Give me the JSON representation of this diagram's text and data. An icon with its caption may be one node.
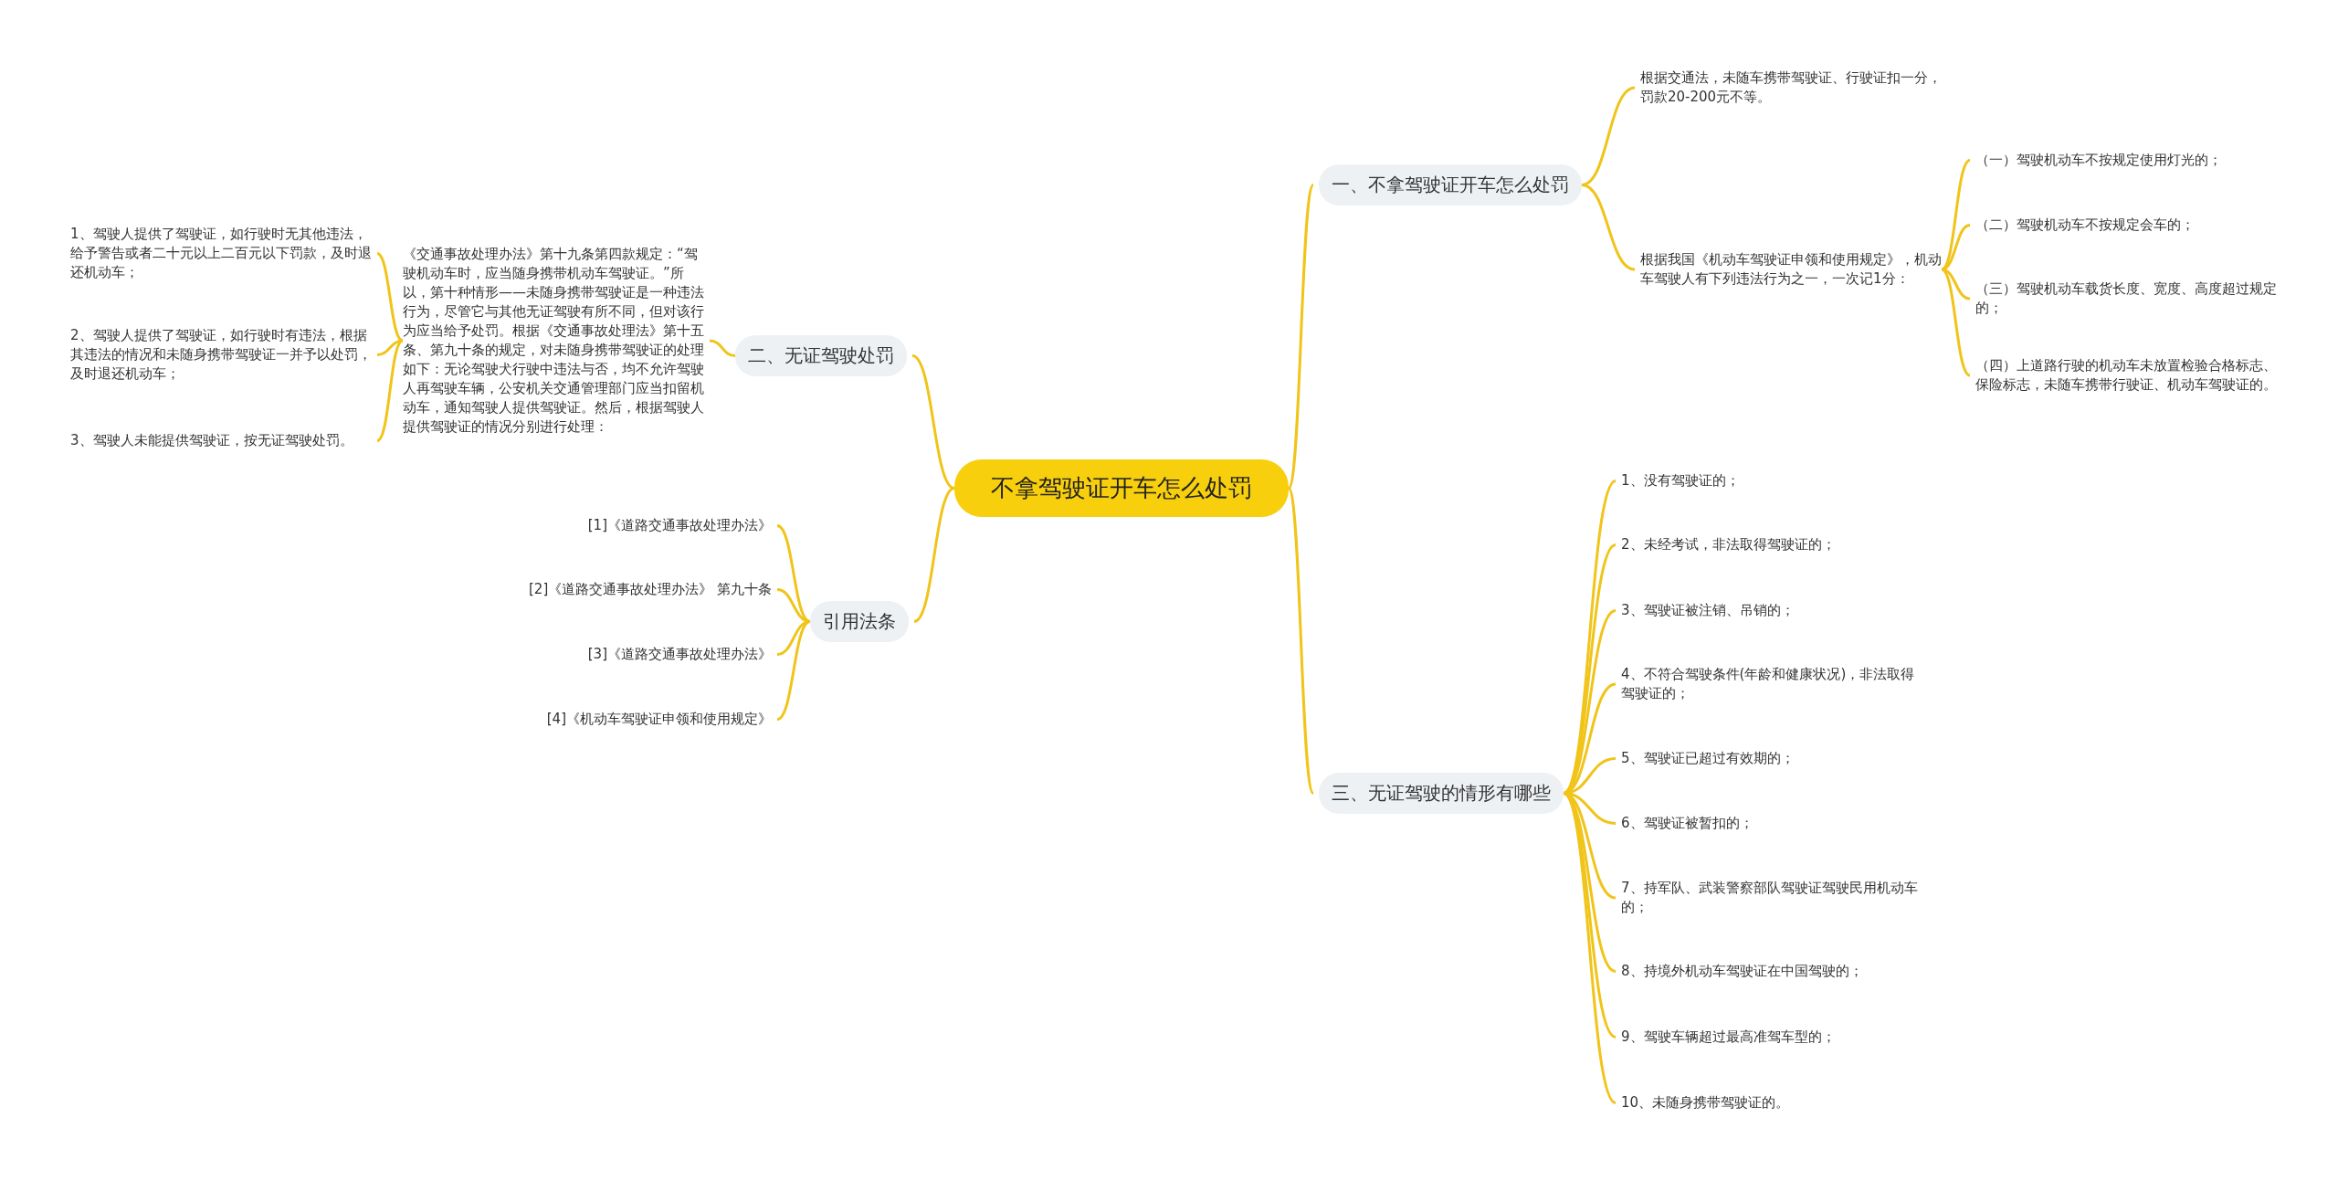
{
  "diagram": {
    "nodes": [
      {
        "text": [
          "不拿驾驶证开车怎么处罚"
        ]
      },
      {
        "text": [
          "一、不拿驾驶证开车怎么处罚"
        ]
      },
      {
        "text": [
          "根据交通法，未随车携带驾驶证、行驶证扣一分，罚款20-200元不等。"
        ]
      },
      {
        "text": [
          "根据我国《机动车驾驶证申领和使用规定》，机动车驾驶人有下列违法行为之一，一次记1分："
        ]
      },
      {
        "text": [
          "（一）驾驶机动车不按规定使用灯光的；"
        ]
      },
      {
        "text": [
          "（二）驾驶机动车不按规定会车的；"
        ]
      },
      {
        "text": [
          "（三）驾驶机动车载货长度、宽度、高度超过规定的；"
        ]
      },
      {
        "text": [
          "（四）上道路行驶的机动车未放置检验合格标志、保险标志，未随车携带行驶证、机动车驾驶证的。"
        ]
      },
      {
        "text": [
          "二、无证驾驶处罚"
        ]
      },
      {
        "text": [
          "《交通事故处理办法》第十九条第四款规定：“驾驶机动车时，应当随身携带机动车驾驶证。”所以，第十种情形——未随身携带驾驶证是一种违法行为，尽管它与其他无证驾驶有所不同，但对该行为应当给予处罚。根据《交通事故处理法》第十五条、第九十条的规定，对未随身携带驾驶证的处理如下：无论驾驶犬行驶中违法与否，均不允许驾驶人再驾驶车辆，公安机关交通管理部门应当扣留机动车，通知驾驶人提供驾驶证。然后，根据驾驶人提供驾驶证的情况分别进行处理："
        ]
      },
      {
        "text": [
          "1、驾驶人提供了驾驶证，如行驶时无其他违法，给予警告或者二十元以上二百元以下罚款，及时退还机动车；"
        ]
      },
      {
        "text": [
          "2、驾驶人提供了驾驶证，如行驶时有违法，根据其违法的情况和未随身携带驾驶证一并予以处罚，及时退还机动车；"
        ]
      },
      {
        "text": [
          "3、驾驶人未能提供驾驶证，按无证驾驶处罚。"
        ]
      },
      {
        "text": [
          "引用法条"
        ]
      },
      {
        "text": [
          "[1]《道路交通事故处理办法》"
        ]
      },
      {
        "text": [
          "[2]《道路交通事故处理办法》 第九十条"
        ]
      },
      {
        "text": [
          "[3]《道路交通事故处理办法》"
        ]
      },
      {
        "text": [
          "[4]《机动车驾驶证申领和使用规定》"
        ]
      },
      {
        "text": [
          "三、无证驾驶的情形有哪些"
        ]
      },
      {
        "text": [
          "1、没有驾驶证的；"
        ]
      },
      {
        "text": [
          "2、未经考试，非法取得驾驶证的；"
        ]
      },
      {
        "text": [
          "3、驾驶证被注销、吊销的；"
        ]
      },
      {
        "text": [
          "4、不符合驾驶条件(年龄和健康状况)，非法取得驾驶证的；"
        ]
      },
      {
        "text": [
          "5、驾驶证已超过有效期的；"
        ]
      },
      {
        "text": [
          "6、驾驶证被暂扣的；"
        ]
      },
      {
        "text": [
          "7、持军队、武装警察部队驾驶证驾驶民用机动车的；"
        ]
      },
      {
        "text": [
          "8、持境外机动车驾驶证在中国驾驶的；"
        ]
      },
      {
        "text": [
          "9、驾驶车辆超过最高准驾车型的；"
        ]
      },
      {
        "text": [
          "10、未随身携带驾驶证的。"
        ]
      }
    ],
    "edges": [
      {
        "from": 0,
        "to": 1,
        "arrow": "none"
      },
      {
        "from": 1,
        "to": 2,
        "arrow": "none"
      },
      {
        "from": 1,
        "to": 3,
        "arrow": "none"
      },
      {
        "from": 3,
        "to": 4,
        "arrow": "none"
      },
      {
        "from": 3,
        "to": 5,
        "arrow": "none"
      },
      {
        "from": 3,
        "to": 6,
        "arrow": "none"
      },
      {
        "from": 3,
        "to": 7,
        "arrow": "none"
      },
      {
        "from": 0,
        "to": 8,
        "arrow": "none"
      },
      {
        "from": 8,
        "to": 9,
        "arrow": "none"
      },
      {
        "from": 9,
        "to": 10,
        "arrow": "none"
      },
      {
        "from": 9,
        "to": 11,
        "arrow": "none"
      },
      {
        "from": 9,
        "to": 12,
        "arrow": "none"
      },
      {
        "from": 0,
        "to": 13,
        "arrow": "none"
      },
      {
        "from": 13,
        "to": 14,
        "arrow": "none"
      },
      {
        "from": 13,
        "to": 15,
        "arrow": "none"
      },
      {
        "from": 13,
        "to": 16,
        "arrow": "none"
      },
      {
        "from": 13,
        "to": 17,
        "arrow": "none"
      },
      {
        "from": 0,
        "to": 18,
        "arrow": "none"
      },
      {
        "from": 18,
        "to": 19,
        "arrow": "none"
      },
      {
        "from": 18,
        "to": 20,
        "arrow": "none"
      },
      {
        "from": 18,
        "to": 21,
        "arrow": "none"
      },
      {
        "from": 18,
        "to": 22,
        "arrow": "none"
      },
      {
        "from": 18,
        "to": 23,
        "arrow": "none"
      },
      {
        "from": 18,
        "to": 24,
        "arrow": "none"
      },
      {
        "from": 18,
        "to": 25,
        "arrow": "none"
      },
      {
        "from": 18,
        "to": 26,
        "arrow": "none"
      },
      {
        "from": 18,
        "to": 27,
        "arrow": "none"
      },
      {
        "from": 18,
        "to": 28,
        "arrow": "none"
      }
    ]
  }
}
